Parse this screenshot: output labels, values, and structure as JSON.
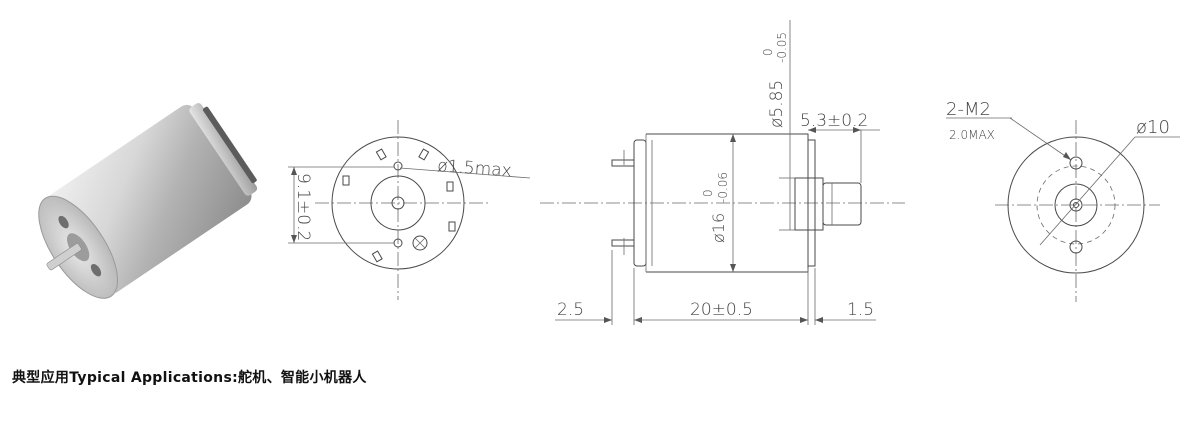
{
  "applications": {
    "caption": "典型应用Typical Applications:舵机、智能小机器人"
  },
  "front_view_left": {
    "hole_dia": "ø1.5max",
    "hole_spacing": "9.1±0.2"
  },
  "side_view": {
    "shaft_dia_main": "ø5.85",
    "shaft_dia_tol_upper": "0",
    "shaft_dia_tol_lower": "-0.05",
    "shaft_length": "5.3±0.2",
    "body_dia_main": "ø16",
    "body_dia_tol_upper": "0",
    "body_dia_tol_lower": "-0.06",
    "terminal_length": "2.5",
    "body_length": "20±0.5",
    "flange_thickness": "1.5"
  },
  "front_view_right": {
    "thread": "2-M2",
    "thread_depth": "2.0MAX",
    "pcd_dia": "ø10"
  }
}
